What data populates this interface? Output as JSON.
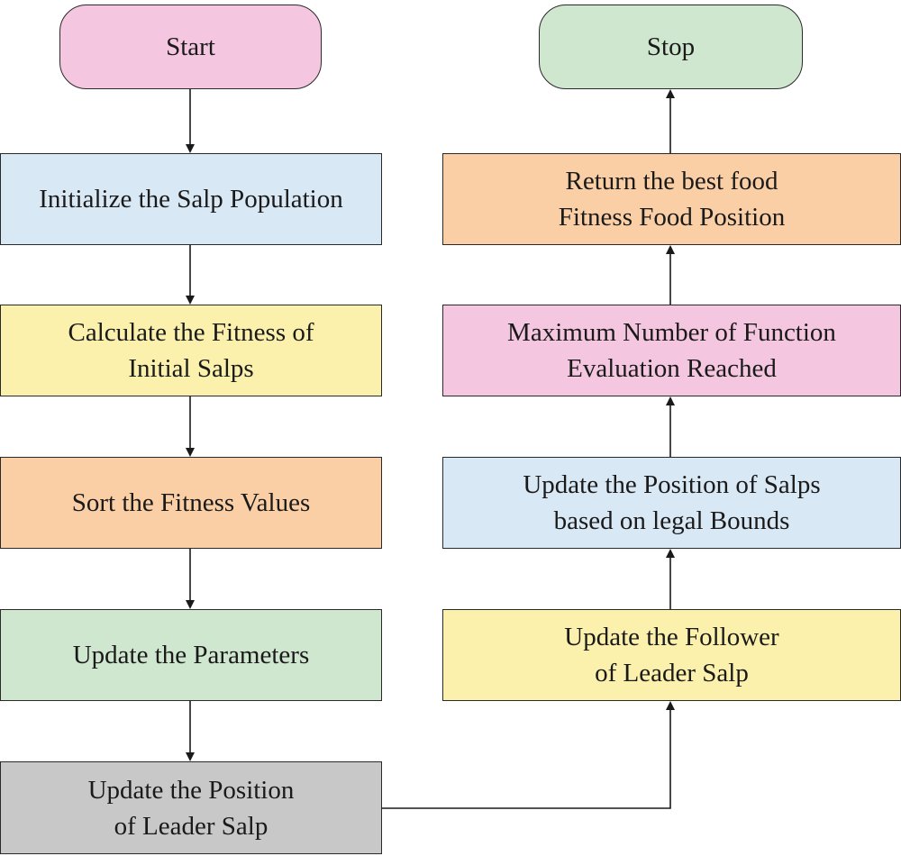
{
  "flowchart": {
    "start": "Start",
    "stop": "Stop",
    "left_column": [
      "Initialize the Salp Population",
      "Calculate the Fitness of\nInitial Salps",
      "Sort the Fitness Values",
      "Update the Parameters",
      "Update the Position\nof Leader Salp"
    ],
    "right_column": [
      "Update the Follower\nof Leader Salp",
      "Update the Position of Salps\nbased on legal Bounds",
      "Maximum Number of Function\nEvaluation Reached",
      "Return the best food\nFitness Food Position"
    ]
  },
  "colors": {
    "pink": "#f5c6df",
    "green": "#cfe6cf",
    "blue": "#d9e8f5",
    "yellow": "#fbf1ad",
    "orange": "#fbcfa6",
    "gray": "#c8c8c8",
    "border": "#2a2a2a"
  }
}
